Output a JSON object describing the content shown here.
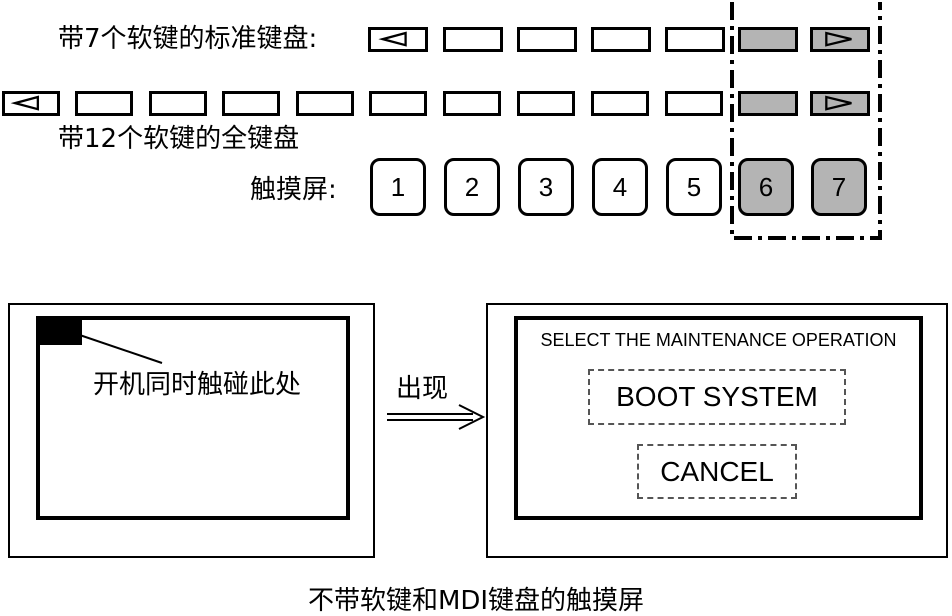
{
  "rows": {
    "row1_label": "带7个软键的标准键盘:",
    "row2_label": "带12个软键的全键盘",
    "row3_label": "触摸屏:"
  },
  "touch_keys": [
    "1",
    "2",
    "3",
    "4",
    "5",
    "6",
    "7"
  ],
  "left_screen": {
    "callout_text": "开机同时触碰此处"
  },
  "transition": {
    "label": "出现"
  },
  "right_screen": {
    "header": "SELECT THE MAINTENANCE OPERATION",
    "boot_button": "BOOT SYSTEM",
    "cancel_button": "CANCEL"
  },
  "caption": "不带软键和MDI键盘的触摸屏",
  "colors": {
    "highlight_key_fill": "#b4b4b4",
    "outline": "#000000"
  }
}
